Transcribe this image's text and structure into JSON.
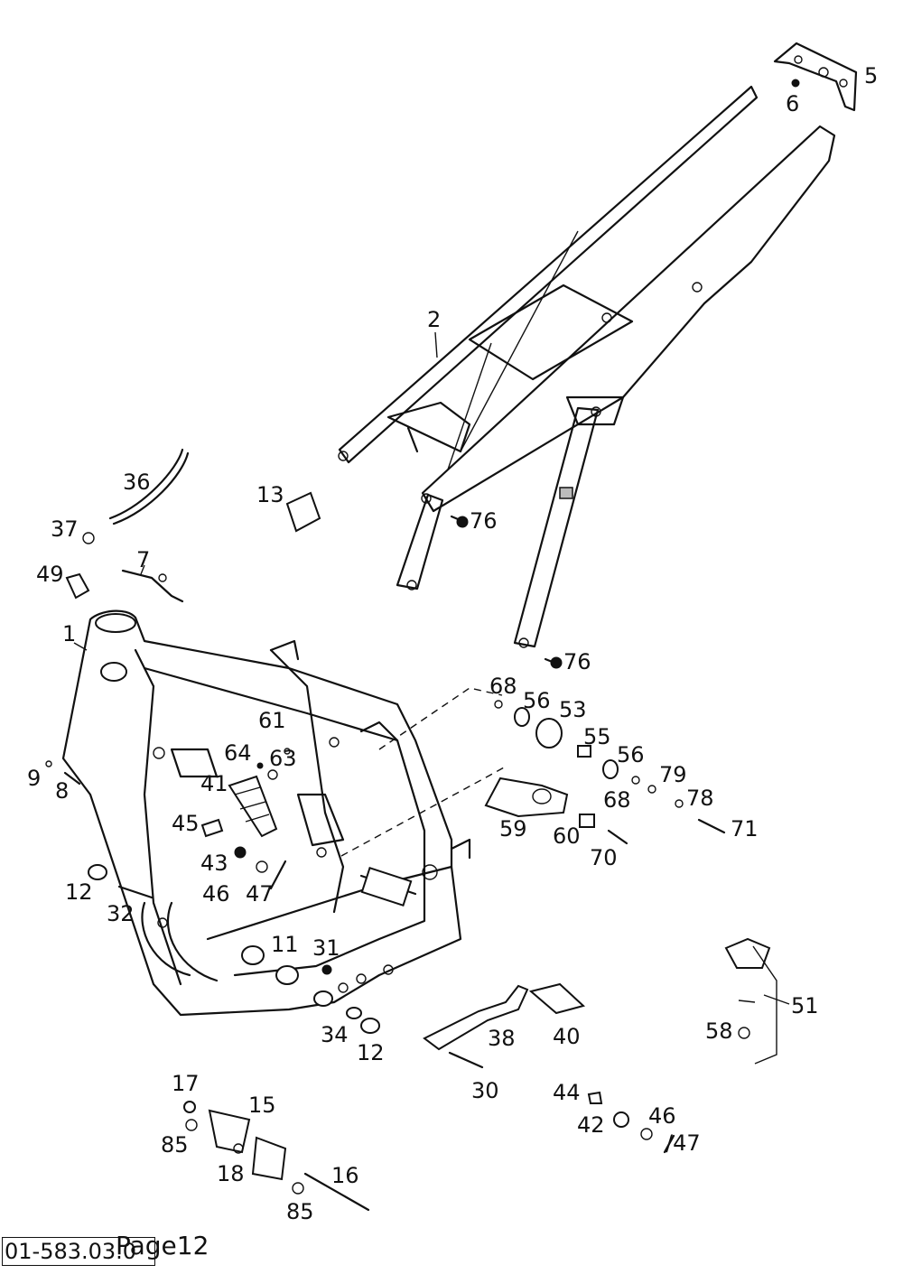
{
  "callouts": [
    {
      "id": "c5",
      "label": "5"
    },
    {
      "id": "c6",
      "label": "6"
    },
    {
      "id": "c2",
      "label": "2"
    },
    {
      "id": "c36",
      "label": "36"
    },
    {
      "id": "c13",
      "label": "13"
    },
    {
      "id": "c37",
      "label": "37"
    },
    {
      "id": "c76a",
      "label": "76"
    },
    {
      "id": "c7",
      "label": "7"
    },
    {
      "id": "c49",
      "label": "49"
    },
    {
      "id": "c1",
      "label": "1"
    },
    {
      "id": "c76b",
      "label": "76"
    },
    {
      "id": "c68a",
      "label": "68"
    },
    {
      "id": "c56a",
      "label": "56"
    },
    {
      "id": "c53",
      "label": "53"
    },
    {
      "id": "c61",
      "label": "61"
    },
    {
      "id": "c55",
      "label": "55"
    },
    {
      "id": "c64",
      "label": "64"
    },
    {
      "id": "c63",
      "label": "63"
    },
    {
      "id": "c56b",
      "label": "56"
    },
    {
      "id": "c79",
      "label": "79"
    },
    {
      "id": "c9",
      "label": "9"
    },
    {
      "id": "c8",
      "label": "8"
    },
    {
      "id": "c41",
      "label": "41"
    },
    {
      "id": "c68b",
      "label": "68"
    },
    {
      "id": "c78",
      "label": "78"
    },
    {
      "id": "c45",
      "label": "45"
    },
    {
      "id": "c59",
      "label": "59"
    },
    {
      "id": "c60",
      "label": "60"
    },
    {
      "id": "c71",
      "label": "71"
    },
    {
      "id": "c43",
      "label": "43"
    },
    {
      "id": "c70",
      "label": "70"
    },
    {
      "id": "c12a",
      "label": "12"
    },
    {
      "id": "c46a",
      "label": "46"
    },
    {
      "id": "c47a",
      "label": "47"
    },
    {
      "id": "c32",
      "label": "32"
    },
    {
      "id": "c11",
      "label": "11"
    },
    {
      "id": "c31",
      "label": "31"
    },
    {
      "id": "c51",
      "label": "51"
    },
    {
      "id": "c34",
      "label": "34"
    },
    {
      "id": "c38",
      "label": "38"
    },
    {
      "id": "c40",
      "label": "40"
    },
    {
      "id": "c58",
      "label": "58"
    },
    {
      "id": "c12b",
      "label": "12"
    },
    {
      "id": "c30",
      "label": "30"
    },
    {
      "id": "c17",
      "label": "17"
    },
    {
      "id": "c15",
      "label": "15"
    },
    {
      "id": "c44",
      "label": "44"
    },
    {
      "id": "c46b",
      "label": "46"
    },
    {
      "id": "c42",
      "label": "42"
    },
    {
      "id": "c47b",
      "label": "/47"
    },
    {
      "id": "c85a",
      "label": "85"
    },
    {
      "id": "c18",
      "label": "18"
    },
    {
      "id": "c16",
      "label": "16"
    },
    {
      "id": "c85b",
      "label": "85"
    }
  ],
  "footer": {
    "drawing_code": "01-583.03.0",
    "page_label": "Page12"
  }
}
